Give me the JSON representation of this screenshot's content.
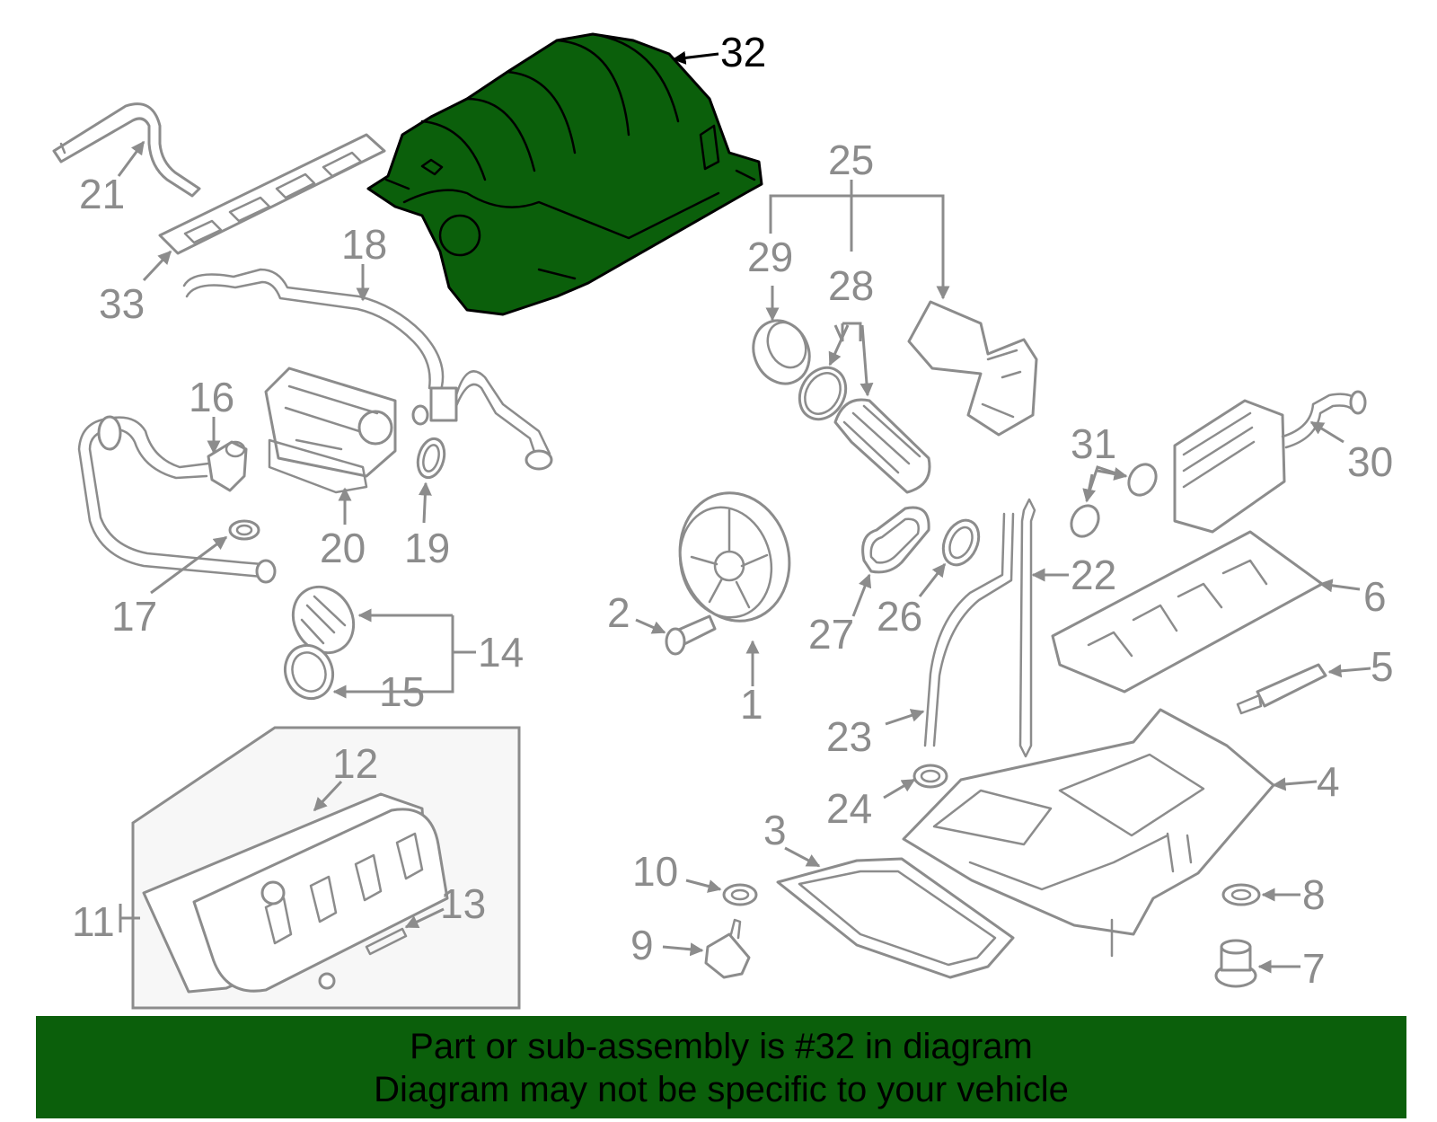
{
  "diagram": {
    "highlighted_part": "32",
    "callouts": [
      "1",
      "2",
      "3",
      "4",
      "5",
      "6",
      "7",
      "8",
      "9",
      "10",
      "11",
      "12",
      "13",
      "14",
      "15",
      "16",
      "17",
      "18",
      "19",
      "20",
      "21",
      "22",
      "23",
      "24",
      "25",
      "26",
      "27",
      "28",
      "29",
      "30",
      "31",
      "32",
      "33"
    ]
  },
  "colors": {
    "highlight_fill": "#0b5f0b",
    "line_gray": "#8c8c8c",
    "banner_background": "#0b5f0b"
  },
  "banner": {
    "line1": "Part or sub-assembly is #32 in diagram",
    "line2": "Diagram may not be specific to your vehicle"
  }
}
